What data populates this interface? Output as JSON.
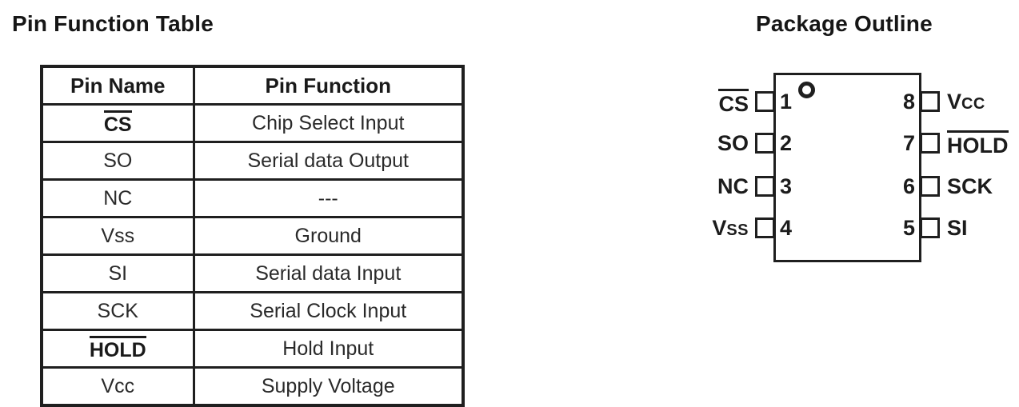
{
  "page": {
    "background": "#ffffff",
    "ink": "#1f1f1f"
  },
  "pin_function_section": {
    "title": "Pin Function Table",
    "table": {
      "headers": [
        "Pin Name",
        "Pin Function"
      ],
      "rows": [
        {
          "pin_name": "CS",
          "overline": true,
          "bold": true,
          "pin_function": "Chip Select Input"
        },
        {
          "pin_name": "SO",
          "overline": false,
          "bold": false,
          "pin_function": "Serial data Output"
        },
        {
          "pin_name": "NC",
          "overline": false,
          "bold": false,
          "pin_function": "---"
        },
        {
          "pin_name": "Vss",
          "overline": false,
          "bold": false,
          "pin_function": "Ground"
        },
        {
          "pin_name": "SI",
          "overline": false,
          "bold": false,
          "pin_function": "Serial data Input"
        },
        {
          "pin_name": "SCK",
          "overline": false,
          "bold": false,
          "pin_function": "Serial Clock Input"
        },
        {
          "pin_name": "HOLD",
          "overline": true,
          "bold": true,
          "pin_function": "Hold Input"
        },
        {
          "pin_name": "Vcc",
          "overline": false,
          "bold": false,
          "pin_function": "Supply Voltage"
        }
      ]
    }
  },
  "package_outline_section": {
    "title": "Package Outline",
    "pins_left": [
      {
        "number": "1",
        "label": "CS",
        "overline": true,
        "small_tail": false
      },
      {
        "number": "2",
        "label": "SO",
        "overline": false,
        "small_tail": false
      },
      {
        "number": "3",
        "label": "NC",
        "overline": false,
        "small_tail": false
      },
      {
        "number": "4",
        "label": "VSS",
        "overline": false,
        "small_tail": true
      }
    ],
    "pins_right": [
      {
        "number": "8",
        "label": "VCC",
        "overline": false,
        "small_tail": true
      },
      {
        "number": "7",
        "label": "HOLD",
        "overline": true,
        "small_tail": false
      },
      {
        "number": "6",
        "label": "SCK",
        "overline": false,
        "small_tail": false
      },
      {
        "number": "5",
        "label": "SI",
        "overline": false,
        "small_tail": false
      }
    ]
  }
}
